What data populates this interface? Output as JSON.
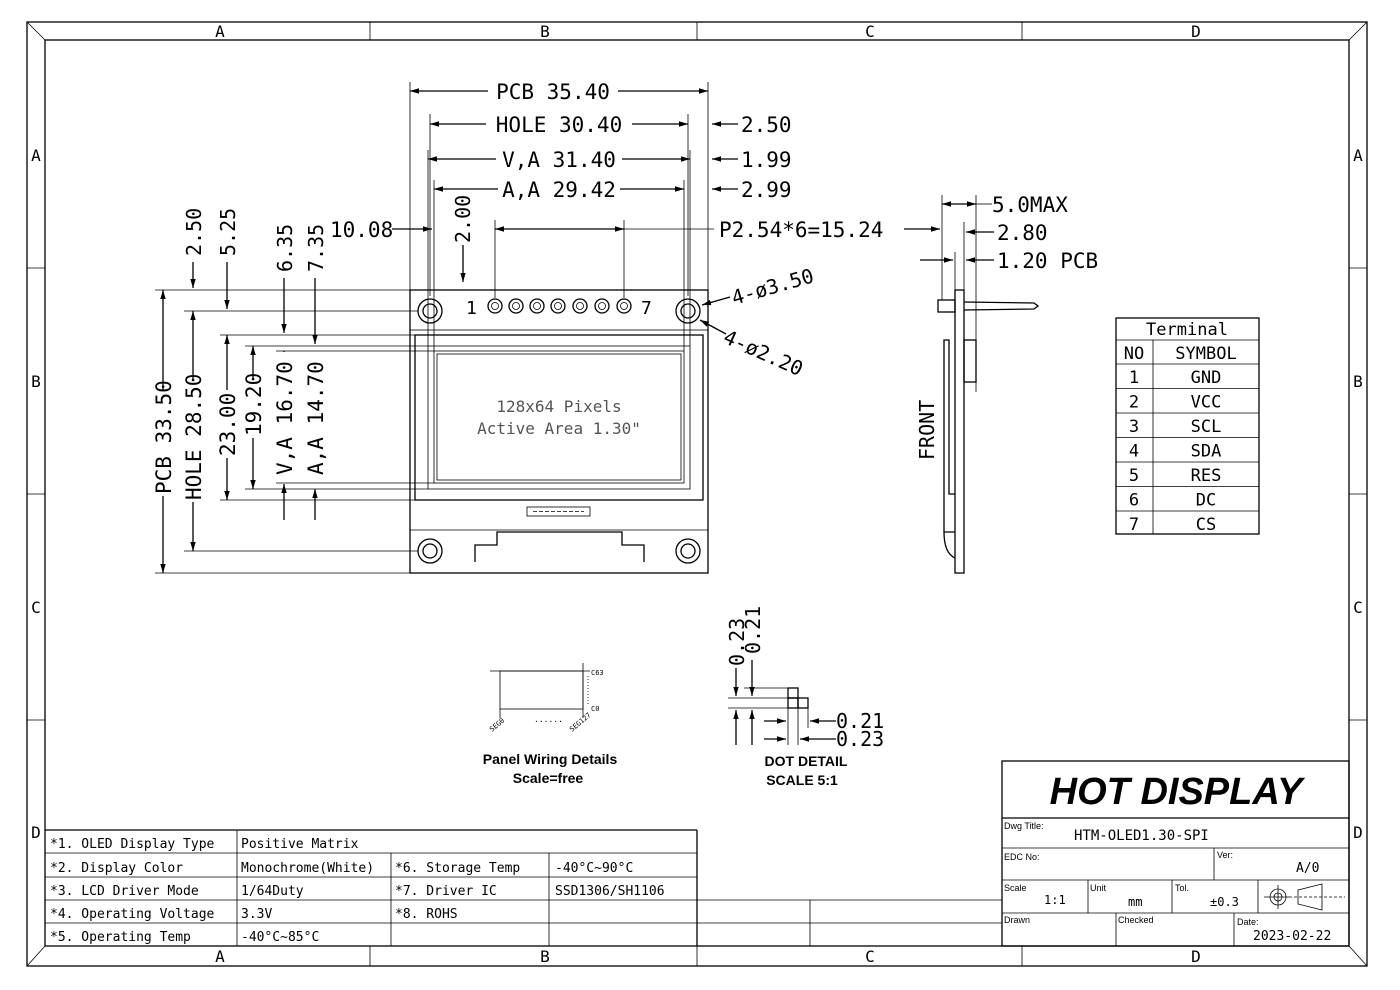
{
  "border": {
    "cols": [
      "A",
      "B",
      "C",
      "D"
    ],
    "rows": [
      "A",
      "B",
      "C",
      "D"
    ]
  },
  "front": {
    "dims_top": {
      "pcb": "PCB 35.40",
      "hole": "HOLE 30.40",
      "va": "V,A 31.40",
      "aa": "A,A 29.42",
      "pitch": "P2.54*6=15.24"
    },
    "dims_right": {
      "d250": "2.50",
      "d199": "1.99",
      "d299": "2.99"
    },
    "dims_left": {
      "d250": "2.50",
      "d525": "5.25",
      "d635": "6.35",
      "d735": "7.35",
      "d1008": "10.08",
      "d200": "2.00",
      "pcb": "PCB 33.50",
      "hole": "HOLE 28.50",
      "d2300": "23.00",
      "d1920": "19.20",
      "va": "V,A 16.70",
      "aa": "A,A 14.70"
    },
    "holes": {
      "big": "4-ø3.50",
      "small": "4-ø2.20"
    },
    "pins": {
      "first": "1",
      "last": "7"
    },
    "screen": {
      "line1": "128x64 Pixels",
      "line2": "Active Area 1.30\""
    }
  },
  "side": {
    "dim_max": "5.0MAX",
    "dim_280": "2.80",
    "dim_pcb": "1.20 PCB",
    "label": "FRONT"
  },
  "terminal": {
    "title": "Terminal",
    "headers": [
      "NO",
      "SYMBOL"
    ],
    "rows": [
      [
        "1",
        "GND"
      ],
      [
        "2",
        "VCC"
      ],
      [
        "3",
        "SCL"
      ],
      [
        "4",
        "SDA"
      ],
      [
        "5",
        "RES"
      ],
      [
        "6",
        "DC"
      ],
      [
        "7",
        "CS"
      ]
    ]
  },
  "wiring": {
    "c63": "C63",
    "c0": "C0",
    "seg0": "SEG0",
    "seg127": "SEG127",
    "dots": "......",
    "caption1": "Panel Wiring Details",
    "caption2": "Scale=free"
  },
  "dot": {
    "d023": "0.23",
    "d021": "0.21",
    "r021": "0.21",
    "r023": "0.23",
    "caption1": "DOT DETAIL",
    "caption2": "SCALE 5:1"
  },
  "specs": [
    [
      "*1. OLED Display Type",
      "Positive Matrix",
      "",
      ""
    ],
    [
      "*2. Display Color",
      "Monochrome(White)",
      "*6. Storage Temp",
      "-40°C~90°C"
    ],
    [
      "*3. LCD Driver Mode",
      "1/64Duty",
      "*7. Driver IC",
      "SSD1306/SH1106"
    ],
    [
      "*4. Operating Voltage",
      "3.3V",
      "*8. ROHS",
      ""
    ],
    [
      "*5. Operating Temp",
      "-40°C~85°C",
      "",
      ""
    ]
  ],
  "titleblock": {
    "company": "HOT DISPLAY",
    "dwg_label": "Dwg Title:",
    "dwg_value": "HTM-OLED1.30-SPI",
    "edc_label": "EDC No:",
    "ver_label": "Ver:",
    "ver_value": "A/0",
    "scale_label": "Scale",
    "scale_value": "1:1",
    "unit_label": "Unit",
    "unit_value": "mm",
    "tol_label": "Tol.",
    "tol_value": "±0.3",
    "drawn_label": "Drawn",
    "checked_label": "Checked",
    "date_label": "Date:",
    "date_value": "2023-02-22"
  }
}
